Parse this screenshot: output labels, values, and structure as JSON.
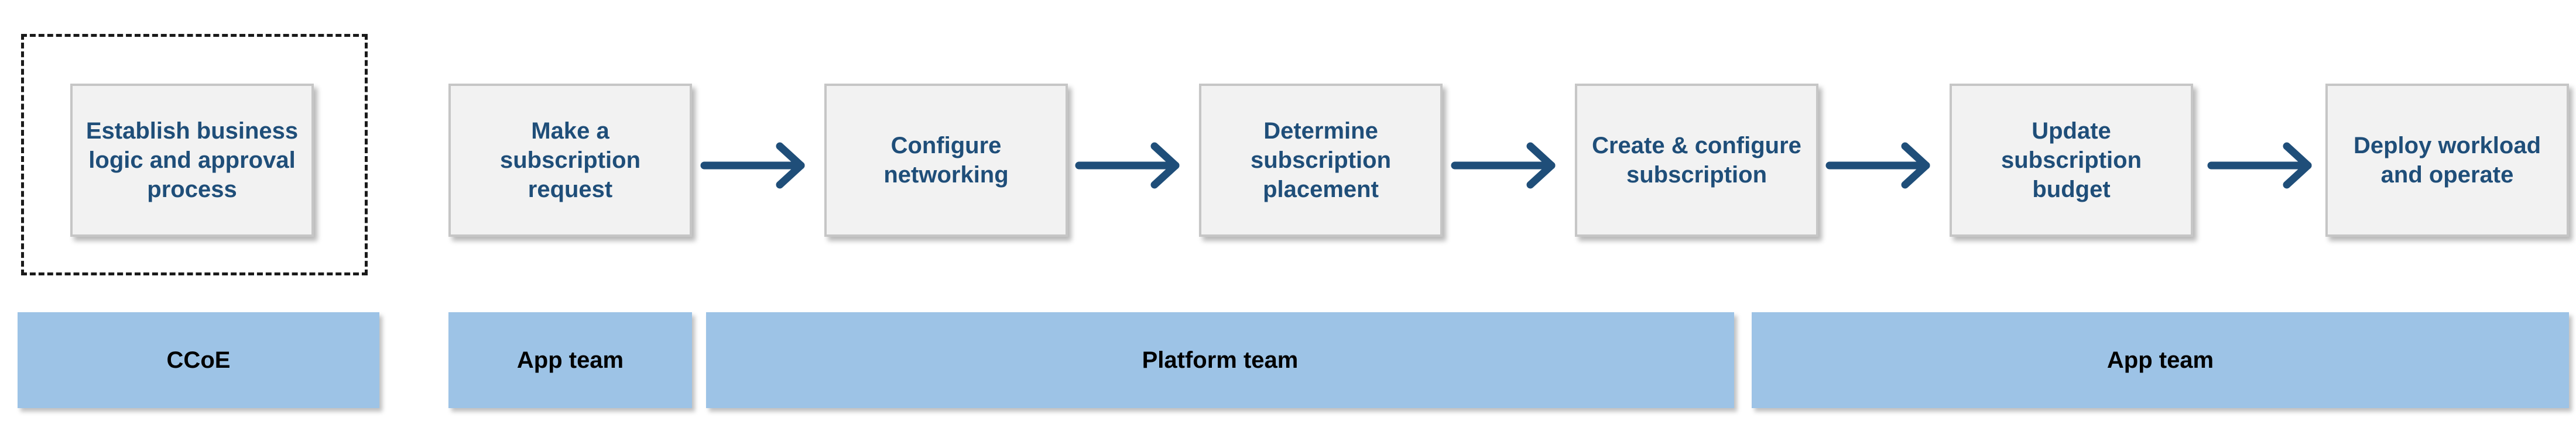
{
  "steps": [
    {
      "label": "Establish business logic and approval process"
    },
    {
      "label": "Make a subscription request"
    },
    {
      "label": "Configure networking"
    },
    {
      "label": "Determine subscription placement"
    },
    {
      "label": "Create & configure subscription"
    },
    {
      "label": "Update subscription budget"
    },
    {
      "label": "Deploy workload and operate"
    }
  ],
  "lanes": [
    {
      "label": "CCoE"
    },
    {
      "label": "App team"
    },
    {
      "label": "Platform team"
    },
    {
      "label": "App team"
    }
  ],
  "colors": {
    "step_text": "#1f4e79",
    "step_fill": "#f2f2f2",
    "step_border": "#c6c6c6",
    "arrow": "#1f4e79",
    "lane_fill": "#9dc3e6",
    "frame": "#1a1a1a"
  }
}
